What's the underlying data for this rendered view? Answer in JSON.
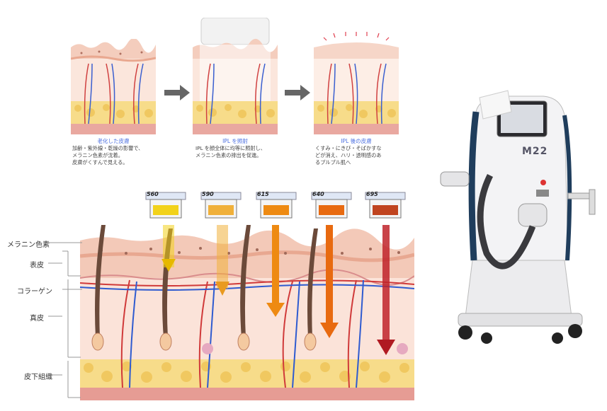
{
  "stages": [
    {
      "title": "老化した皮膚",
      "text": "加齢・紫外線・乾燥の影響で、\nメラニン色素が沈着。\n皮膚がくすんで見える。"
    },
    {
      "title": "IPL を照射",
      "text": "IPL を顔全体に均等に照射し、\nメラニン色素の排出を促進。"
    },
    {
      "title": "IPL 後の皮膚",
      "text": "くすみ・にきび・そばかすな\nどが消え、ハリ・透明感のあ\nるプルプル肌へ"
    }
  ],
  "filters": [
    {
      "label": "560",
      "color": "#f2d21a"
    },
    {
      "label": "590",
      "color": "#f0b03a"
    },
    {
      "label": "615",
      "color": "#ee8a12"
    },
    {
      "label": "640",
      "color": "#e86a10"
    },
    {
      "label": "695",
      "color": "#c0441f"
    }
  ],
  "layers": {
    "melanin": "メラニン色素",
    "epidermis": "表皮",
    "collagen": "コラーゲン",
    "dermis": "真皮",
    "subcutaneous": "皮下組織"
  },
  "device": {
    "brand": "M22"
  },
  "colors": {
    "accent": "#4a6ee0",
    "skin_top": "#f3c9b8",
    "dermis": "#fbe3d9",
    "fat": "#f7dc8a",
    "device_blue": "#1f3d5c"
  }
}
